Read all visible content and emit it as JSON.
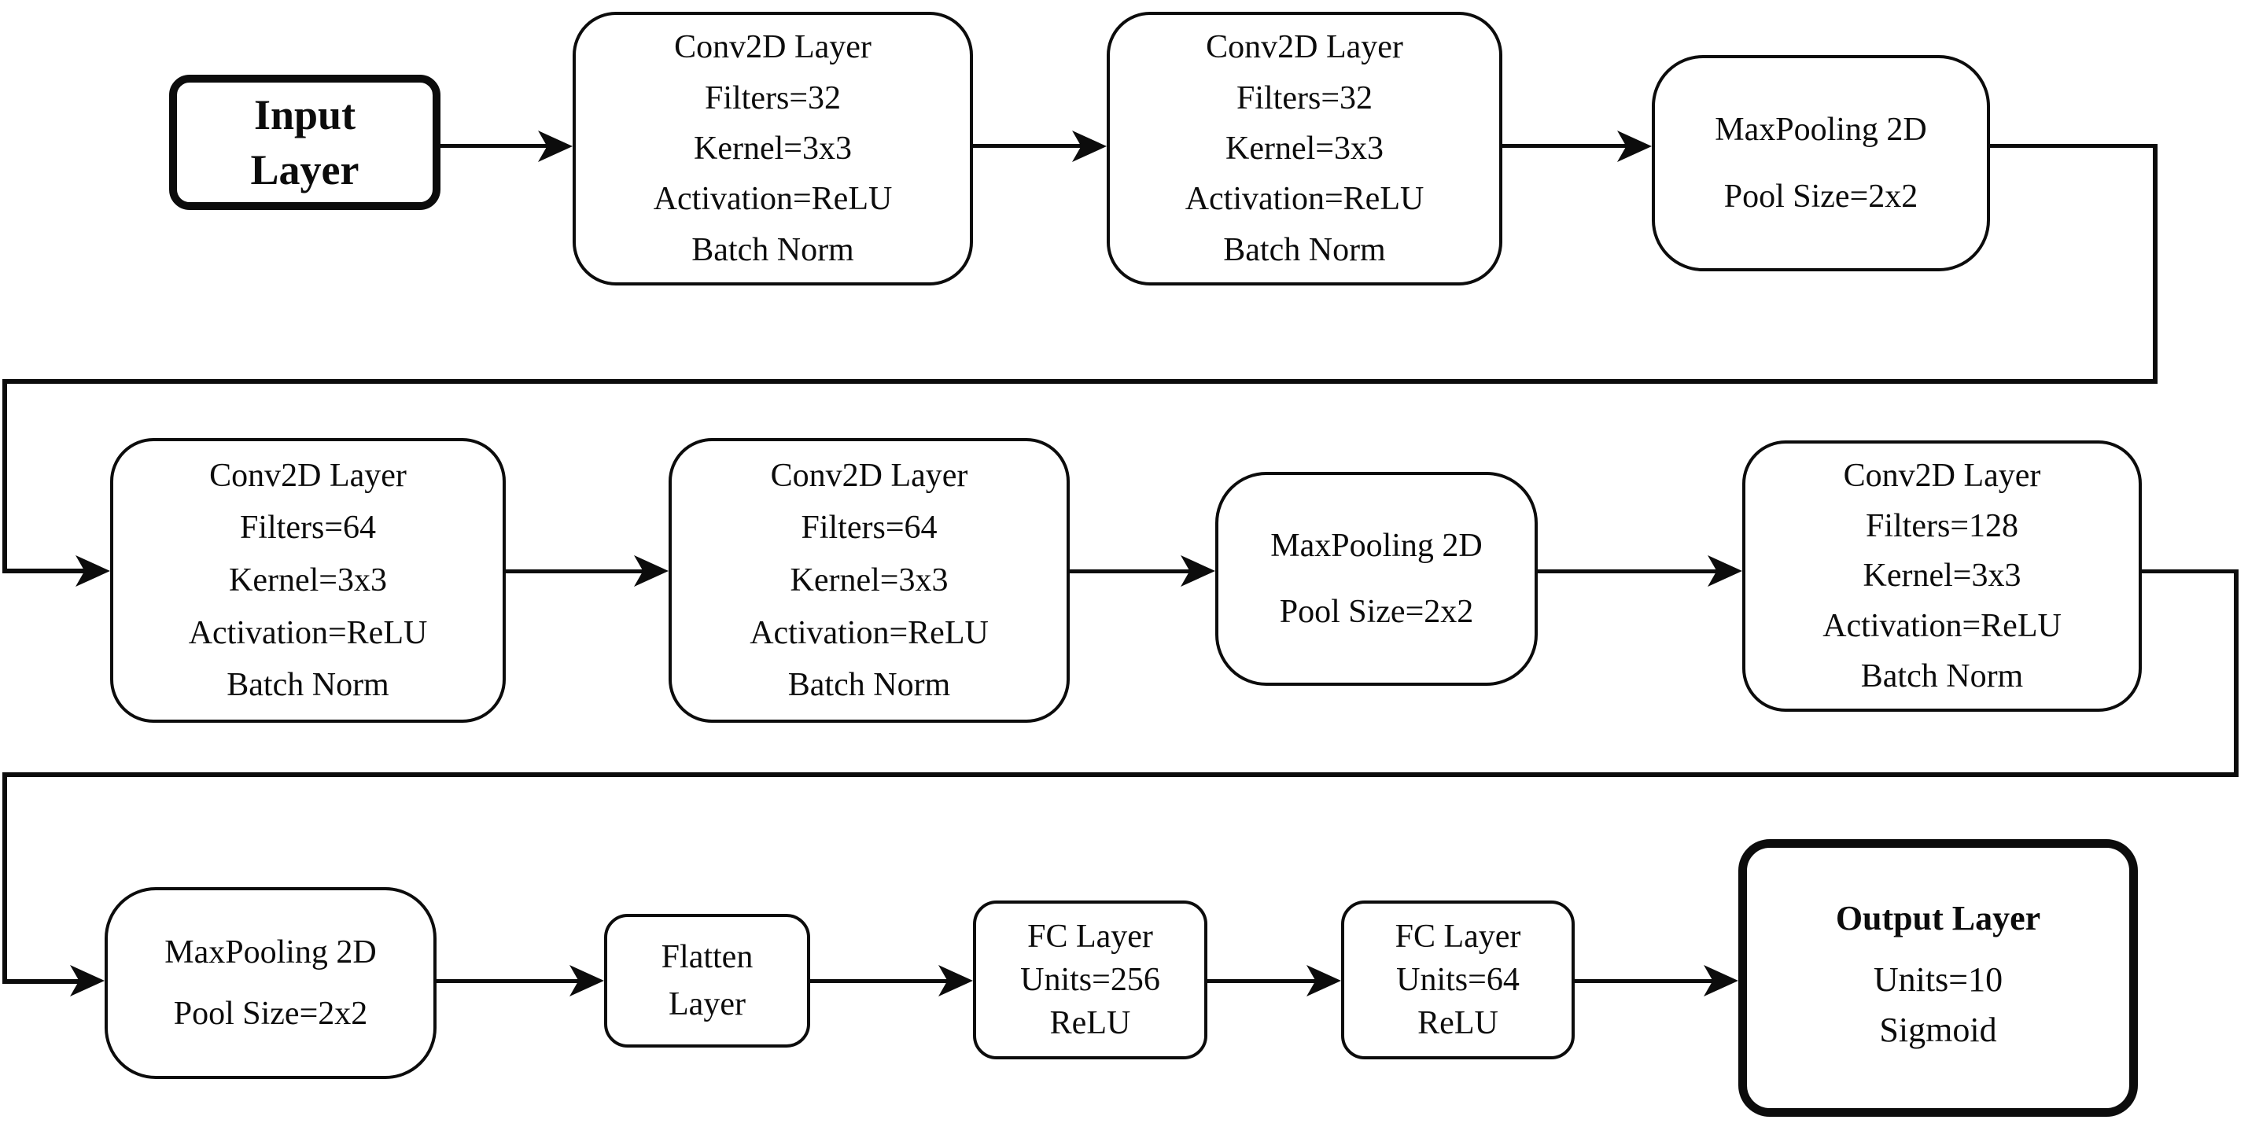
{
  "diagram": {
    "description": "CNN model architecture flow diagram with three rows of rounded rectangle layers connected by arrows",
    "colors": {
      "ink": "#0c0c0c",
      "background": "#ffffff"
    },
    "nodes": [
      {
        "id": "input",
        "lines": [
          "Input",
          "Layer"
        ]
      },
      {
        "id": "conv2d-1",
        "lines": [
          "Conv2D Layer",
          "Filters=32",
          "Kernel=3x3",
          "Activation=ReLU",
          "Batch Norm"
        ]
      },
      {
        "id": "conv2d-2",
        "lines": [
          "Conv2D Layer",
          "Filters=32",
          "Kernel=3x3",
          "Activation=ReLU",
          "Batch Norm"
        ]
      },
      {
        "id": "maxpool-1",
        "lines": [
          "MaxPooling 2D",
          "Pool Size=2x2"
        ]
      },
      {
        "id": "conv2d-3",
        "lines": [
          "Conv2D Layer",
          "Filters=64",
          "Kernel=3x3",
          "Activation=ReLU",
          "Batch Norm"
        ]
      },
      {
        "id": "conv2d-4",
        "lines": [
          "Conv2D Layer",
          "Filters=64",
          "Kernel=3x3",
          "Activation=ReLU",
          "Batch Norm"
        ]
      },
      {
        "id": "maxpool-2",
        "lines": [
          "MaxPooling 2D",
          "Pool Size=2x2"
        ]
      },
      {
        "id": "conv2d-5",
        "lines": [
          "Conv2D Layer",
          "Filters=128",
          "Kernel=3x3",
          "Activation=ReLU",
          "Batch Norm"
        ]
      },
      {
        "id": "maxpool-3",
        "lines": [
          "MaxPooling 2D",
          "Pool Size=2x2"
        ]
      },
      {
        "id": "flatten",
        "lines": [
          "Flatten",
          "Layer"
        ]
      },
      {
        "id": "fc-1",
        "lines": [
          "FC Layer",
          "Units=256",
          "ReLU"
        ]
      },
      {
        "id": "fc-2",
        "lines": [
          "FC Layer",
          "Units=64",
          "ReLU"
        ]
      },
      {
        "id": "output",
        "lines": [
          "Output Layer",
          "Units=10",
          "Sigmoid"
        ]
      }
    ]
  }
}
